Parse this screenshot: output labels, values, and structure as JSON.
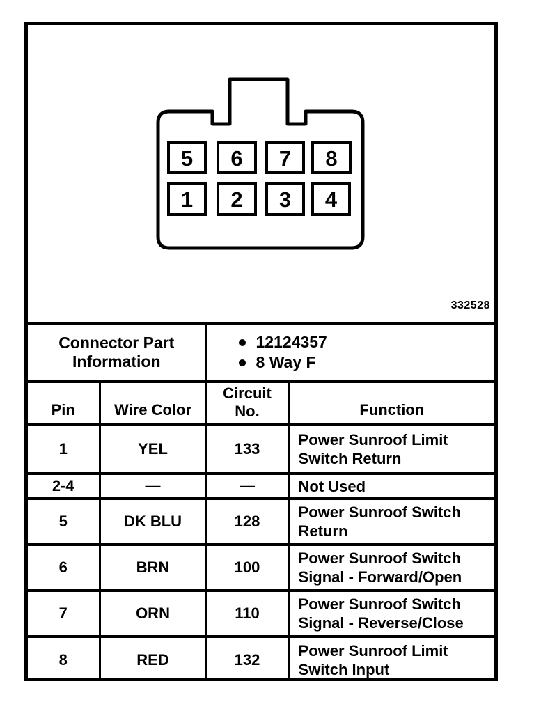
{
  "figure_number": "332528",
  "connector": {
    "pins_top_row": [
      "5",
      "6",
      "7",
      "8"
    ],
    "pins_bottom_row": [
      "1",
      "2",
      "3",
      "4"
    ]
  },
  "part_info": {
    "label_line1": "Connector Part",
    "label_line2": "Information",
    "items": [
      "12124357",
      "8 Way F"
    ]
  },
  "table": {
    "headers": {
      "pin": "Pin",
      "wire_color": "Wire Color",
      "circuit_line1": "Circuit",
      "circuit_line2": "No.",
      "function": "Function"
    },
    "rows": [
      {
        "pin": "1",
        "wire_color": "YEL",
        "circuit": "133",
        "function": "Power Sunroof Limit Switch Return"
      },
      {
        "pin": "2-4",
        "wire_color": "—",
        "circuit": "—",
        "function": "Not Used"
      },
      {
        "pin": "5",
        "wire_color": "DK BLU",
        "circuit": "128",
        "function": "Power Sunroof Switch Return"
      },
      {
        "pin": "6",
        "wire_color": "BRN",
        "circuit": "100",
        "function": "Power Sunroof Switch Signal - Forward/Open"
      },
      {
        "pin": "7",
        "wire_color": "ORN",
        "circuit": "110",
        "function": "Power Sunroof Switch Signal - Reverse/Close"
      },
      {
        "pin": "8",
        "wire_color": "RED",
        "circuit": "132",
        "function": "Power Sunroof Limit Switch Input"
      }
    ]
  },
  "colors": {
    "ink": "#000000",
    "paper": "#ffffff"
  }
}
